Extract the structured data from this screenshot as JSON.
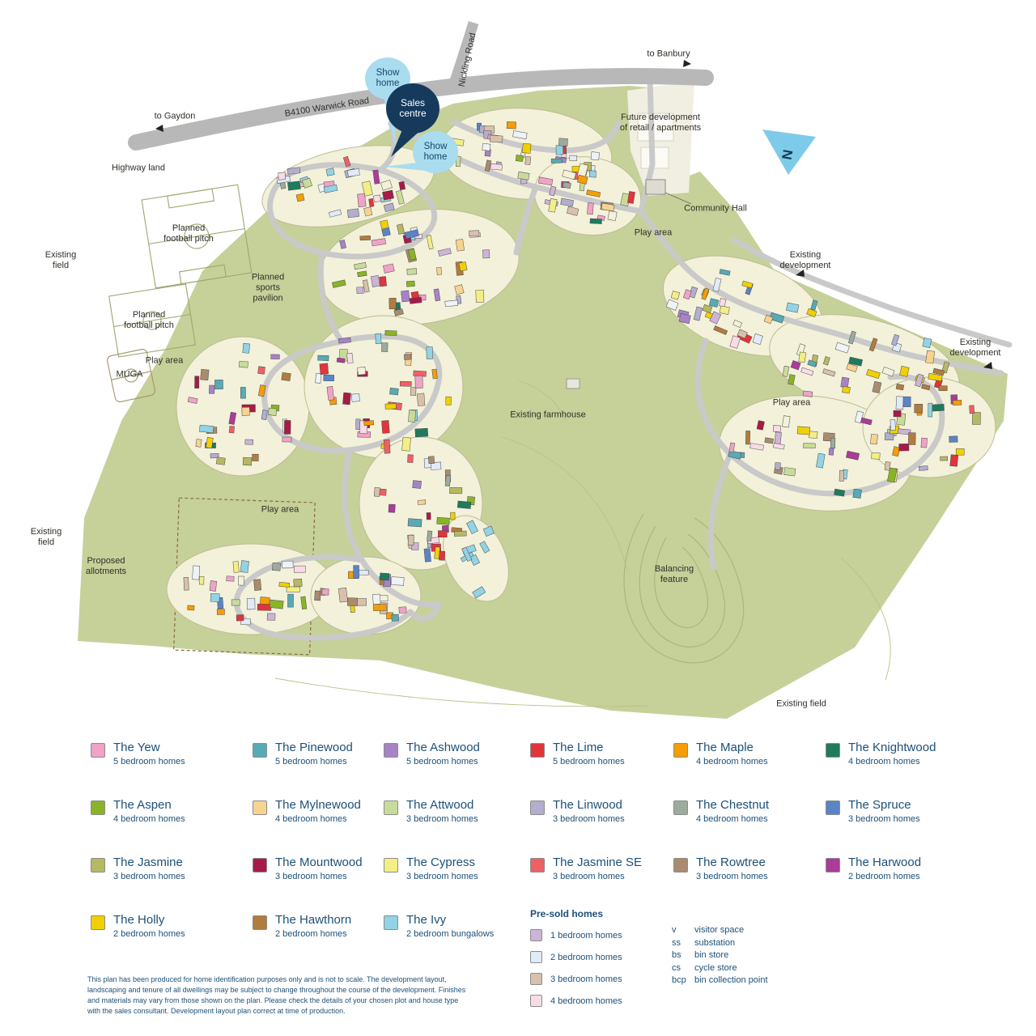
{
  "map": {
    "labels": [
      {
        "text": "to Banbury"
      },
      {
        "text": "Nickling Road"
      },
      {
        "text": "B4100 Warwick Road"
      },
      {
        "text": "to Gaydon"
      },
      {
        "text": "Highway land"
      },
      {
        "text": "Future development of retail / apartments"
      },
      {
        "text": "Community Hall"
      },
      {
        "text": "Play area"
      },
      {
        "text": "Existing field"
      },
      {
        "text": "Planned football pitch"
      },
      {
        "text": "Planned sports pavilion"
      },
      {
        "text": "Planned football pitch"
      },
      {
        "text": "Play area"
      },
      {
        "text": "MUGA"
      },
      {
        "text": "Existing development"
      },
      {
        "text": "Existing development"
      },
      {
        "text": "Play area"
      },
      {
        "text": "Existing farmhouse"
      },
      {
        "text": "Play area"
      },
      {
        "text": "Existing field"
      },
      {
        "text": "Proposed allotments"
      },
      {
        "text": "Balancing feature"
      },
      {
        "text": "Existing field"
      }
    ],
    "bubbles": [
      {
        "text": "Show home",
        "style": "light"
      },
      {
        "text": "Sales centre",
        "style": "dark"
      },
      {
        "text": "Show home",
        "style": "light"
      }
    ],
    "compass_n": "N",
    "colors": {
      "site_green": "#c6d099",
      "road_gray": "#bcbcbc",
      "parcel_cream": "#f3f1da",
      "bubble_light": "#a9dcef",
      "bubble_dark": "#163a5c",
      "compass_blue": "#7ecbe9",
      "legend_text": "#1d5078"
    }
  },
  "legend": {
    "house_types": [
      {
        "name": "The Yew",
        "desc": "5 bedroom homes",
        "color": "#efa3c6"
      },
      {
        "name": "The Pinewood",
        "desc": "5 bedroom homes",
        "color": "#58aab4"
      },
      {
        "name": "The Ashwood",
        "desc": "5 bedroom homes",
        "color": "#a783c6"
      },
      {
        "name": "The Lime",
        "desc": "5 bedroom homes",
        "color": "#e1343b"
      },
      {
        "name": "The Maple",
        "desc": "4 bedroom homes",
        "color": "#f59d05"
      },
      {
        "name": "The Knightwood",
        "desc": "4 bedroom homes",
        "color": "#1f7a5e"
      },
      {
        "name": "The Aspen",
        "desc": "4 bedroom homes",
        "color": "#89b427"
      },
      {
        "name": "The Mylnewood",
        "desc": "4 bedroom homes",
        "color": "#f7d391"
      },
      {
        "name": "The Attwood",
        "desc": "3 bedroom homes",
        "color": "#c9db9b"
      },
      {
        "name": "The Linwood",
        "desc": "3 bedroom homes",
        "color": "#b3aecd"
      },
      {
        "name": "The Chestnut",
        "desc": "4 bedroom homes",
        "color": "#9dab9e"
      },
      {
        "name": "The Spruce",
        "desc": "3 bedroom homes",
        "color": "#5b84c5"
      },
      {
        "name": "The Jasmine",
        "desc": "3 bedroom homes",
        "color": "#b6b963"
      },
      {
        "name": "The Mountwood",
        "desc": "3 bedroom homes",
        "color": "#a71b48"
      },
      {
        "name": "The Cypress",
        "desc": "3 bedroom homes",
        "color": "#f3ee85"
      },
      {
        "name": "The Jasmine SE",
        "desc": "3 bedroom homes",
        "color": "#ee6064"
      },
      {
        "name": "The Rowtree",
        "desc": "3 bedroom homes",
        "color": "#aa8b6f"
      },
      {
        "name": "The Harwood",
        "desc": "2 bedroom homes",
        "color": "#ab3c99"
      },
      {
        "name": "The Holly",
        "desc": "2 bedroom homes",
        "color": "#f1d001"
      },
      {
        "name": "The Hawthorn",
        "desc": "2 bedroom homes",
        "color": "#b17c3f"
      },
      {
        "name": "The Ivy",
        "desc": "2 bedroom bungalows",
        "color": "#92d3e5"
      }
    ],
    "pre_sold": {
      "title": "Pre-sold homes",
      "items": [
        {
          "label": "1 bedroom homes",
          "color": "#ccb4d8"
        },
        {
          "label": "2 bedroom homes",
          "color": "#e1ebf7"
        },
        {
          "label": "3 bedroom homes",
          "color": "#d8c1aa"
        },
        {
          "label": "4 bedroom homes",
          "color": "#f8dbe6"
        }
      ]
    },
    "abbreviations": [
      {
        "key": "v",
        "label": "visitor space"
      },
      {
        "key": "ss",
        "label": "substation"
      },
      {
        "key": "bs",
        "label": "bin store"
      },
      {
        "key": "cs",
        "label": "cycle store"
      },
      {
        "key": "bcp",
        "label": "bin collection point"
      }
    ]
  },
  "disclaimer": "This plan has been produced for home identification purposes only and is not to scale. The development layout, landscaping and tenure of all dwellings may be subject to change throughout the course of the development. Finishes and materials may vary from those shown on the plan. Please check the details of your chosen plot and house type with the sales consultant. Development layout plan correct at time of production."
}
